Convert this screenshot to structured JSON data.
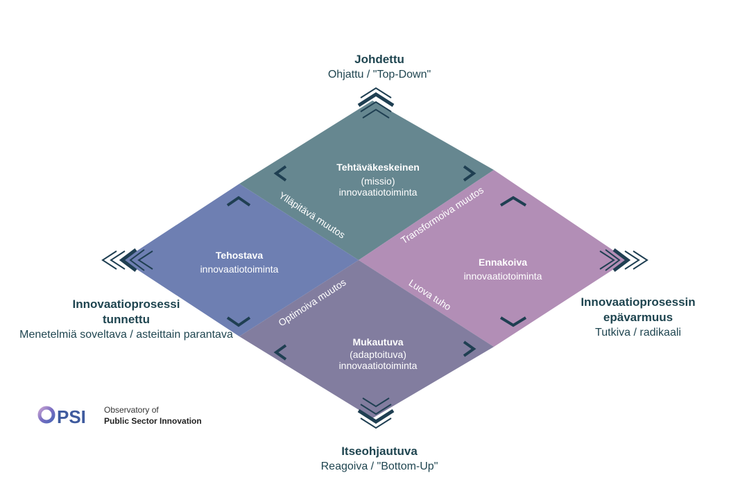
{
  "top": {
    "title": "Johdettu",
    "subtitle": "Ohjattu / \"Top-Down\""
  },
  "bottom": {
    "title": "Itseohjautuva",
    "subtitle": "Reagoiva / \"Bottom-Up\""
  },
  "left": {
    "title_line1": "Innovaatioprosessi",
    "title_line2": "tunnettu",
    "subtitle": "Menetelmiä soveltava / asteittain parantava"
  },
  "right": {
    "title_line1": "Innovaatioprosessin",
    "title_line2": "epävarmuus",
    "subtitle": "Tutkiva / radikaali"
  },
  "quadrants": {
    "top": {
      "title": "Tehtäväkeskeinen",
      "line2": "(missio)",
      "line3": "innovaatiotoiminta",
      "color": "#668790"
    },
    "left": {
      "title": "Tehostava",
      "line2": "innovaatiotoiminta",
      "color": "#6e7fb2"
    },
    "right": {
      "title": "Ennakoiva",
      "line2": "innovaatiotoiminta",
      "color": "#b28eb6"
    },
    "bottom": {
      "title": "Mukautuva",
      "line2": "(adaptoituva)",
      "line3": "innovaatiotoiminta",
      "color": "#827d9f"
    }
  },
  "diagonals": {
    "top_left": "Ylläpitävä muutos",
    "top_right": "Transformoiva muutos",
    "bottom_left": "Optimoiva muutos",
    "bottom_right": "Luova tuho"
  },
  "logo": {
    "text": "OPSI",
    "line1": "Observatory of",
    "line2": "Public Sector Innovation"
  },
  "colors": {
    "dark": "#1f4550",
    "arrow": "#1f3f52"
  }
}
